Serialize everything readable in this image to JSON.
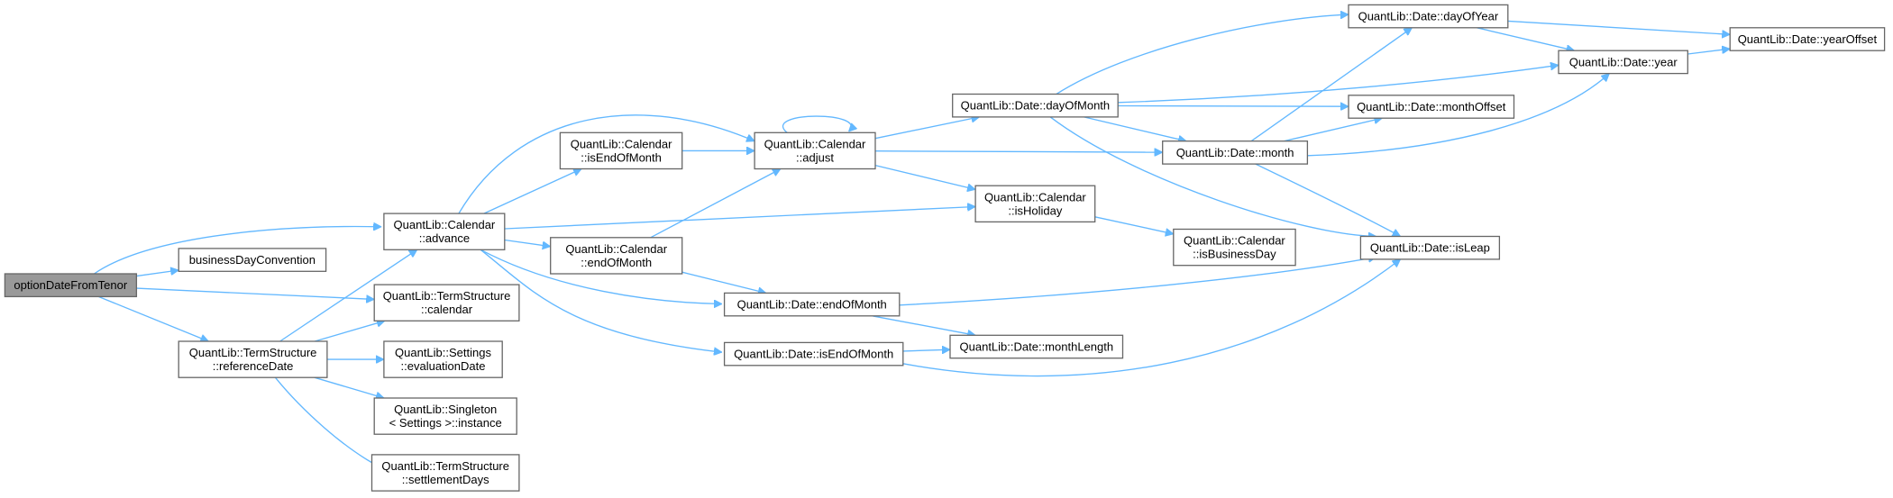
{
  "colors": {
    "edge": "#63b8ff",
    "node_border": "#666666",
    "root_fill": "#999999",
    "node_fill": "#ffffff"
  },
  "nodes": [
    {
      "id": "optionDateFromTenor",
      "lines": [
        "optionDateFromTenor"
      ],
      "root": true
    },
    {
      "id": "businessDayConvention",
      "lines": [
        "businessDayConvention"
      ]
    },
    {
      "id": "cal_advance",
      "lines": [
        "QuantLib::Calendar",
        "::advance"
      ]
    },
    {
      "id": "ts_calendar",
      "lines": [
        "QuantLib::TermStructure",
        "::calendar"
      ]
    },
    {
      "id": "ts_referenceDate",
      "lines": [
        "QuantLib::TermStructure",
        "::referenceDate"
      ]
    },
    {
      "id": "settings_evaluationDate",
      "lines": [
        "QuantLib::Settings",
        "::evaluationDate"
      ]
    },
    {
      "id": "singleton_instance",
      "lines": [
        "QuantLib::Singleton",
        "< Settings >::instance"
      ]
    },
    {
      "id": "ts_settlementDays",
      "lines": [
        "QuantLib::TermStructure",
        "::settlementDays"
      ]
    },
    {
      "id": "cal_isEndOfMonth",
      "lines": [
        "QuantLib::Calendar",
        "::isEndOfMonth"
      ]
    },
    {
      "id": "cal_endOfMonth",
      "lines": [
        "QuantLib::Calendar",
        "::endOfMonth"
      ]
    },
    {
      "id": "cal_adjust",
      "lines": [
        "QuantLib::Calendar",
        "::adjust"
      ]
    },
    {
      "id": "date_endOfMonth",
      "lines": [
        "QuantLib::Date::endOfMonth"
      ]
    },
    {
      "id": "date_isEndOfMonth",
      "lines": [
        "QuantLib::Date::isEndOfMonth"
      ]
    },
    {
      "id": "date_dayOfMonth",
      "lines": [
        "QuantLib::Date::dayOfMonth"
      ]
    },
    {
      "id": "cal_isHoliday",
      "lines": [
        "QuantLib::Calendar",
        "::isHoliday"
      ]
    },
    {
      "id": "date_monthLength",
      "lines": [
        "QuantLib::Date::monthLength"
      ]
    },
    {
      "id": "date_month",
      "lines": [
        "QuantLib::Date::month"
      ]
    },
    {
      "id": "cal_isBusinessDay",
      "lines": [
        "QuantLib::Calendar",
        "::isBusinessDay"
      ]
    },
    {
      "id": "date_dayOfYear",
      "lines": [
        "QuantLib::Date::dayOfYear"
      ]
    },
    {
      "id": "date_monthOffset",
      "lines": [
        "QuantLib::Date::monthOffset"
      ]
    },
    {
      "id": "date_isLeap",
      "lines": [
        "QuantLib::Date::isLeap"
      ]
    },
    {
      "id": "date_year",
      "lines": [
        "QuantLib::Date::year"
      ]
    },
    {
      "id": "date_yearOffset",
      "lines": [
        "QuantLib::Date::yearOffset"
      ]
    }
  ],
  "edges": [
    [
      "optionDateFromTenor",
      "businessDayConvention"
    ],
    [
      "optionDateFromTenor",
      "cal_advance"
    ],
    [
      "optionDateFromTenor",
      "ts_calendar"
    ],
    [
      "optionDateFromTenor",
      "ts_referenceDate"
    ],
    [
      "cal_advance",
      "cal_isEndOfMonth"
    ],
    [
      "cal_advance",
      "cal_adjust"
    ],
    [
      "cal_advance",
      "cal_isHoliday"
    ],
    [
      "cal_advance",
      "cal_endOfMonth"
    ],
    [
      "cal_advance",
      "date_endOfMonth"
    ],
    [
      "cal_advance",
      "date_isEndOfMonth"
    ],
    [
      "ts_referenceDate",
      "cal_advance"
    ],
    [
      "ts_referenceDate",
      "ts_calendar"
    ],
    [
      "ts_referenceDate",
      "settings_evaluationDate"
    ],
    [
      "ts_referenceDate",
      "singleton_instance"
    ],
    [
      "ts_referenceDate",
      "ts_settlementDays"
    ],
    [
      "cal_isEndOfMonth",
      "cal_adjust"
    ],
    [
      "cal_endOfMonth",
      "cal_adjust"
    ],
    [
      "cal_endOfMonth",
      "date_endOfMonth"
    ],
    [
      "cal_adjust",
      "cal_adjust"
    ],
    [
      "cal_adjust",
      "date_dayOfMonth"
    ],
    [
      "cal_adjust",
      "date_month"
    ],
    [
      "cal_adjust",
      "cal_isHoliday"
    ],
    [
      "date_endOfMonth",
      "date_monthLength"
    ],
    [
      "date_endOfMonth",
      "date_isLeap"
    ],
    [
      "date_isEndOfMonth",
      "date_monthLength"
    ],
    [
      "date_isEndOfMonth",
      "date_isLeap"
    ],
    [
      "date_dayOfMonth",
      "date_dayOfYear"
    ],
    [
      "date_dayOfMonth",
      "date_monthOffset"
    ],
    [
      "date_dayOfMonth",
      "date_isLeap"
    ],
    [
      "date_dayOfMonth",
      "date_month"
    ],
    [
      "date_dayOfMonth",
      "date_year"
    ],
    [
      "cal_isHoliday",
      "cal_isBusinessDay"
    ],
    [
      "date_month",
      "date_dayOfYear"
    ],
    [
      "date_month",
      "date_monthOffset"
    ],
    [
      "date_month",
      "date_year"
    ],
    [
      "date_month",
      "date_isLeap"
    ],
    [
      "date_dayOfYear",
      "date_yearOffset"
    ],
    [
      "date_dayOfYear",
      "date_year"
    ],
    [
      "date_year",
      "date_yearOffset"
    ]
  ]
}
